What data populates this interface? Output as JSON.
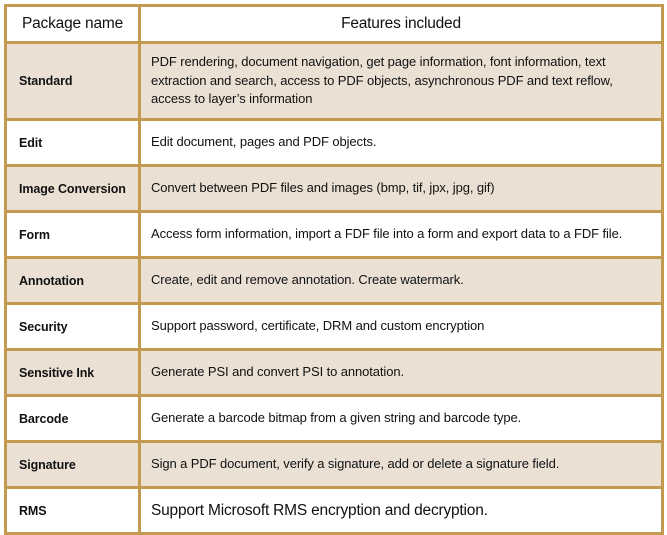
{
  "table": {
    "headers": {
      "package": "Package name",
      "features": "Features included"
    },
    "rows": [
      {
        "package": "Standard",
        "features": "PDF rendering, document navigation, get page information, font information, text extraction and search, access to PDF objects, asynchronous PDF and text reflow, access to layer’s information",
        "fill": "beige",
        "height": "tall",
        "text_size": "normal"
      },
      {
        "package": "Edit",
        "features": "Edit document, pages and PDF objects.",
        "fill": "white",
        "height": "normal",
        "text_size": "normal"
      },
      {
        "package": "Image Conversion",
        "features": "Convert between PDF files and images (bmp, tif, jpx, jpg, gif)",
        "fill": "beige",
        "height": "normal",
        "text_size": "normal"
      },
      {
        "package": "Form",
        "features": "Access form information, import a FDF file into a form and export data to a FDF file.",
        "fill": "white",
        "height": "normal",
        "text_size": "normal"
      },
      {
        "package": "Annotation",
        "features": "Create, edit and remove annotation. Create watermark.",
        "fill": "beige",
        "height": "normal",
        "text_size": "normal"
      },
      {
        "package": "Security",
        "features": "Support password, certificate, DRM and custom encryption",
        "fill": "white",
        "height": "normal",
        "text_size": "normal"
      },
      {
        "package": "Sensitive Ink",
        "features": "Generate PSI and convert PSI to annotation.",
        "fill": "beige",
        "height": "normal",
        "text_size": "normal"
      },
      {
        "package": "Barcode",
        "features": "Generate a barcode bitmap from a given string and barcode type.",
        "fill": "white",
        "height": "normal",
        "text_size": "normal"
      },
      {
        "package": "Signature",
        "features": "Sign a PDF document, verify a signature, add or delete a signature field.",
        "fill": "beige",
        "height": "normal",
        "text_size": "normal"
      },
      {
        "package": "RMS",
        "features": "Support Microsoft RMS encryption and decryption.",
        "fill": "white",
        "height": "normal",
        "text_size": "large"
      }
    ]
  },
  "colors": {
    "border": "#c49a51",
    "row_beige": "#eae1d4",
    "row_white": "#ffffff",
    "text": "#111111",
    "page_background": "#ffffff"
  }
}
